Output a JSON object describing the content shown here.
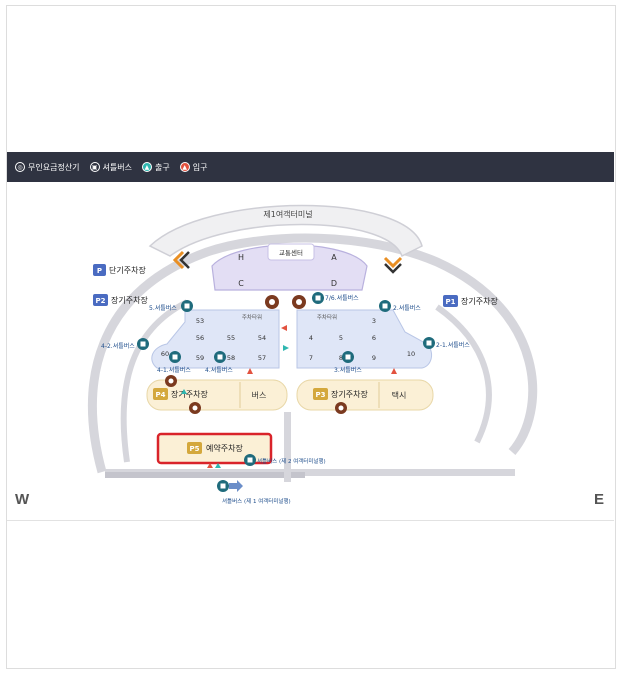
{
  "legend": {
    "items": [
      {
        "icon": "unmanned-payment-icon",
        "label": "무인요금정산기"
      },
      {
        "icon": "shuttle-bus-icon",
        "label": "셔틀버스"
      },
      {
        "icon": "exit-icon",
        "label": "출구"
      },
      {
        "icon": "entrance-icon",
        "label": "입구"
      }
    ]
  },
  "map": {
    "terminal_label": "제1여객터미널",
    "transport_center": {
      "label": "교통센터",
      "zones": [
        "H",
        "A",
        "C",
        "D"
      ]
    },
    "parking": {
      "short_term": {
        "badge": "P",
        "label": "단기주차장"
      },
      "p1": {
        "badge": "P1",
        "label": "장기주차장"
      },
      "p2": {
        "badge": "P2",
        "label": "장기주차장"
      },
      "p3": {
        "badge": "P3",
        "label": "장기주차장",
        "extra": "택시"
      },
      "p4": {
        "badge": "P4",
        "label": "장기주차장",
        "extra": "버스"
      },
      "p5": {
        "badge": "P5",
        "label": "예약주차장"
      }
    },
    "tower_labels": {
      "left": "주차타워",
      "right": "주차타워"
    },
    "left_block": [
      "53",
      "56",
      "55",
      "54",
      "60",
      "59",
      "58",
      "57"
    ],
    "right_block": [
      "3",
      "4",
      "5",
      "6",
      "7",
      "8",
      "9",
      "10"
    ],
    "shuttle_stops": {
      "s5": "5.셔틀버스",
      "s7_6": "7/6.셔틀버스",
      "s2": "2.셔틀버스",
      "s4_2": "4-2.셔틀버스",
      "s2_1": "2-1.셔틀버스",
      "s4_1": "4-1.셔틀버스",
      "s4": "4.셔틀버스",
      "s3": "3.셔틀버스",
      "t2_shuttle": "셔틀버스 (제 2 여객터미널행)",
      "t1_shuttle": "셔틀버스 (제 1 여객터미널행)"
    },
    "compass": {
      "west": "W",
      "east": "E"
    }
  },
  "colors": {
    "legend_bg": "#2f3341",
    "block_blue": "#dfe6f7",
    "block_border": "#b9c6e6",
    "parking_badge": "#4a6bc1",
    "long_term_badge": "#d4a83c",
    "long_term_area": "#fbf0d6",
    "reserved_area": "#fbf0d6",
    "reserved_border": "#d9232a",
    "road": "#d6d6dc",
    "shuttle_pin": "#1f6b7c",
    "payment_pin": "#7b3a1f"
  }
}
